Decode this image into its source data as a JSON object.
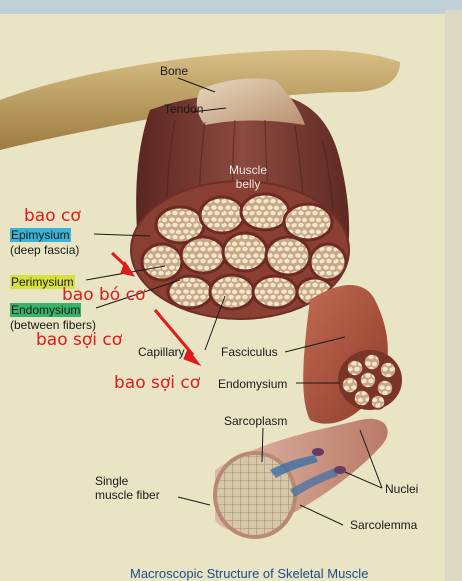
{
  "labels": {
    "bone": "Bone",
    "tendon": "Tendon",
    "muscle_belly_line1": "Muscle",
    "muscle_belly_line2": "belly",
    "epimysium": "Epimysium",
    "epimysium_sub": "(deep fascia)",
    "perimysium": "Perimysium",
    "endomysium": "Endomysium",
    "endomysium_sub": "(between fibers)",
    "capillary": "Capillary",
    "fasciculus": "Fasciculus",
    "endomysium_right": "Endomysium",
    "sarcoplasm": "Sarcoplasm",
    "single_fiber_line1": "Single",
    "single_fiber_line2": "muscle fiber",
    "nuclei": "Nuclei",
    "sarcolemma": "Sarcolemma"
  },
  "annotations": {
    "bao_co": "bao cơ",
    "bao_bo_co": "bao bó cơ",
    "bao_soi_co_1": "bao sợi cơ",
    "bao_soi_co_2": "bao sợi cơ"
  },
  "caption": "Macroscopic Structure of Skeletal Muscle",
  "colors": {
    "background": "#e9e4c4",
    "bone": "#b99a5a",
    "muscle": "#7a3a34",
    "fascicle": "#d8c4a4",
    "annotation_red": "#e01b1b",
    "highlight_cyan": "#39b3d6",
    "highlight_yellow": "#d6e23a",
    "highlight_green": "#35b46a"
  }
}
